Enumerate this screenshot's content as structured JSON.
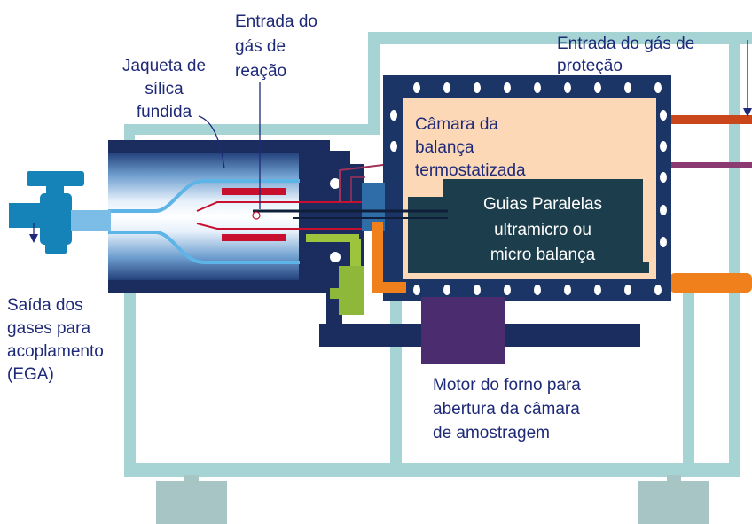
{
  "diagram": {
    "labels": {
      "reaction_gas_inlet": [
        "Entrada do",
        "gás de",
        "reação"
      ],
      "silica_jacket": [
        "Jaqueta de",
        "sílica",
        "fundida"
      ],
      "protective_gas_inlet": [
        "Entrada do gás de",
        "proteção"
      ],
      "balance_chamber": [
        "Câmara da",
        "balança",
        "termostatizada"
      ],
      "balance": [
        "Guias Paralelas",
        "ultramicro ou",
        "micro balança"
      ],
      "gas_outlet": [
        "Saída dos",
        "gases para",
        "acoplamento",
        "(EGA)"
      ],
      "furnace_motor": [
        "Motor do forno para",
        "abertura da câmara",
        "de amostragem"
      ]
    },
    "colors": {
      "frame": "#a6d3d4",
      "feet": "#a8c5c6",
      "furnace": "#1b2d5e",
      "chamber": "#1b3566",
      "chamber_interior": "#fcd8b6",
      "balance": "#1c3e4c",
      "valve": "#1683b8",
      "heater": "#c8102e",
      "motor": "#4b2c6e",
      "label_text": "#1e2a78"
    }
  }
}
